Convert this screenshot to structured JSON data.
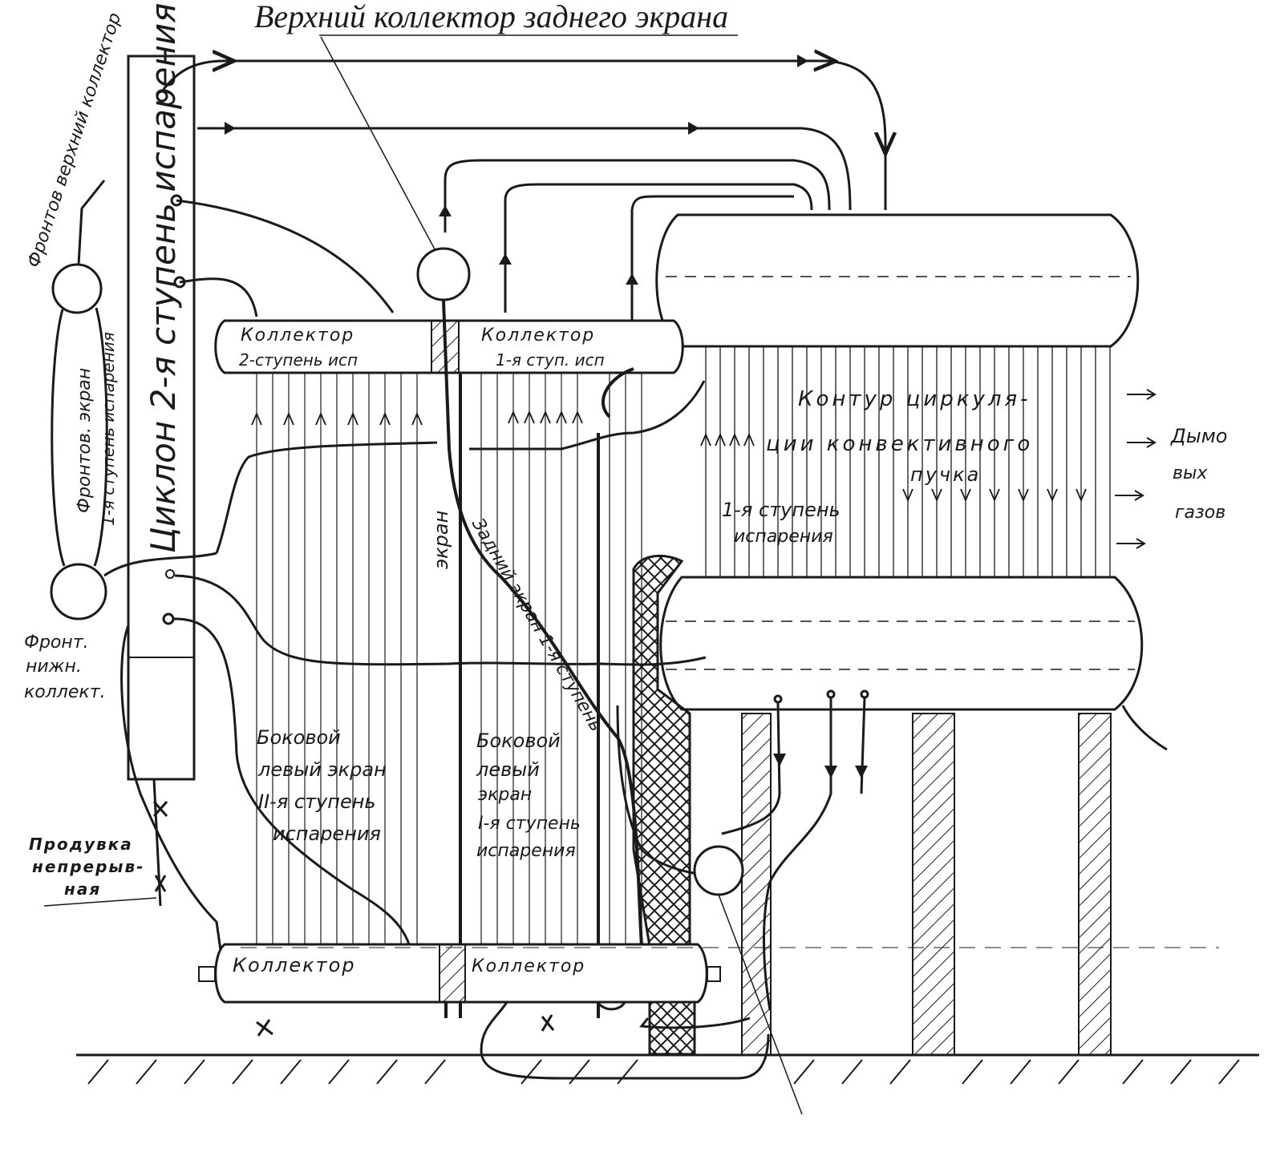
{
  "title": "Верхний коллектор заднего экрана",
  "labels": {
    "front_upper_collector": "Фронтов верхний коллектор",
    "front_screen": "Фронтов. экран",
    "front_screen_stage": "1-я ступень испарения",
    "cyclone": "Циклон 2-я ступень испарения",
    "collector_stage2": "Коллектор",
    "collector_stage2_sub": "2-ступень исп",
    "collector_stage1": "Коллектор",
    "collector_stage1_sub": "1-я ступ. исп",
    "rear_screen_vertical": "экран",
    "rear_screen_diag": "Задний экран 1-я ступень",
    "contour_l1": "Контур циркуля-",
    "contour_l2": "ции конвективного",
    "contour_l3": "пучка",
    "contour_l4": "1-я ступень",
    "contour_l5": "испарения",
    "flue_l1": "Дымо",
    "flue_l2": "вых",
    "flue_l3": "газов",
    "front_lower_l1": "Фронт.",
    "front_lower_l2": "нижн.",
    "front_lower_l3": "коллект.",
    "side_left_l1": "Боковой",
    "side_left_l2": "левый экран",
    "side_left_l3": "II-я ступень",
    "side_left_l4": "испарения",
    "side_right_l1": "Боковой",
    "side_right_l2": "левый",
    "side_right_l3": "экран",
    "side_right_l4": "I-я ступень",
    "side_right_l5": "испарения",
    "blowdown_l1": "Продувка",
    "blowdown_l2": "непрерыв-",
    "blowdown_l3": "ная",
    "bottom_collector_left": "Коллектор",
    "bottom_collector_right": "Коллектор"
  },
  "colors": {
    "ink": "#1a1a1a",
    "paper": "#ffffff"
  }
}
